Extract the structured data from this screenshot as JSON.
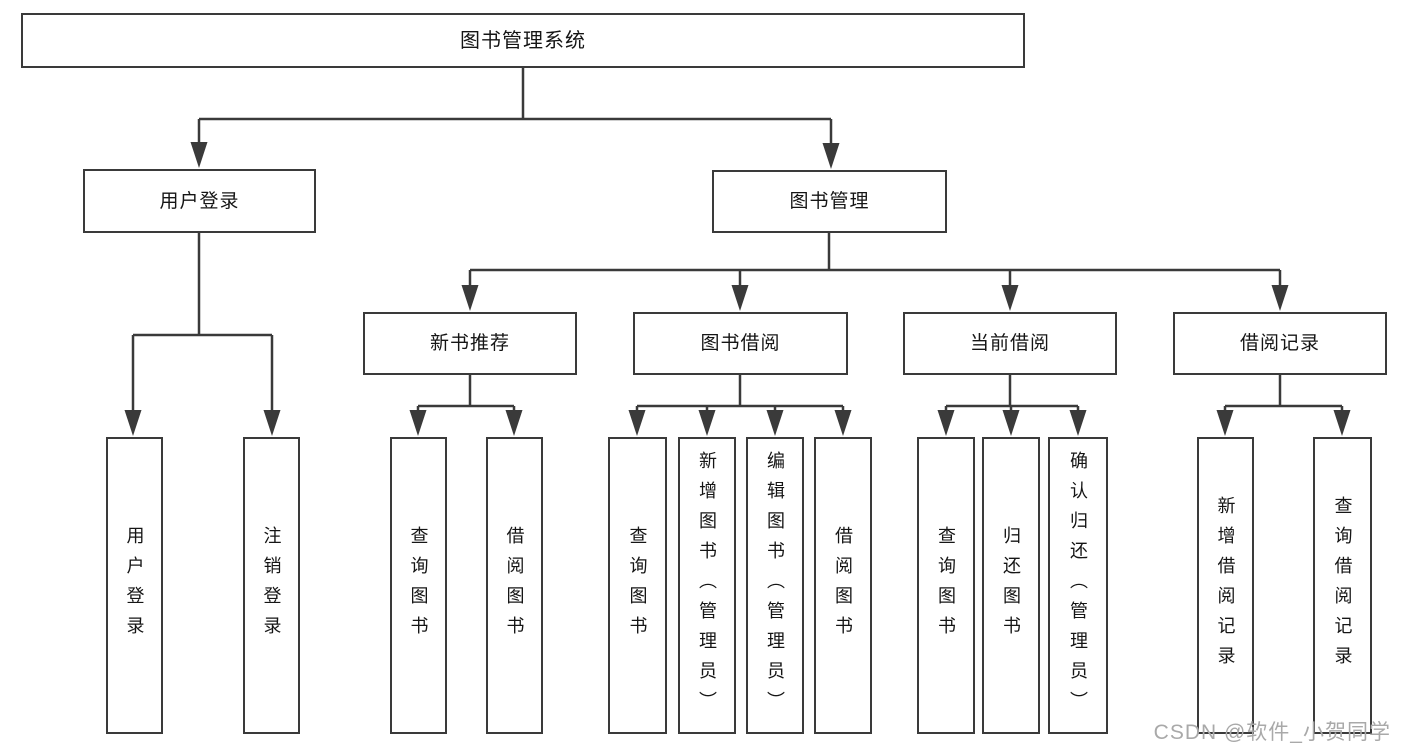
{
  "root": {
    "label": "图书管理系统"
  },
  "login_branch": {
    "label": "用户登录",
    "children": [
      {
        "label": "用户登录"
      },
      {
        "label": "注销登录"
      }
    ]
  },
  "management_branch": {
    "label": "图书管理",
    "sections": [
      {
        "label": "新书推荐",
        "children": [
          {
            "label": "查询图书"
          },
          {
            "label": "借阅图书"
          }
        ]
      },
      {
        "label": "图书借阅",
        "children": [
          {
            "label": "查询图书"
          },
          {
            "label": "新增图书（管理员）"
          },
          {
            "label": "编辑图书（管理员）"
          },
          {
            "label": "借阅图书"
          }
        ]
      },
      {
        "label": "当前借阅",
        "children": [
          {
            "label": "查询图书"
          },
          {
            "label": "归还图书"
          },
          {
            "label": "确认归还（管理员）"
          }
        ]
      },
      {
        "label": "借阅记录",
        "children": [
          {
            "label": "新增借阅记录"
          },
          {
            "label": "查询借阅记录"
          }
        ]
      }
    ]
  },
  "watermark": {
    "text": "CSDN @软件_小贺同学"
  },
  "colors": {
    "line": "#3a3a3a",
    "box_border": "#3a3a3a",
    "box_fill": "#ffffff",
    "text": "#151515",
    "watermark": "#a9a9a9",
    "background": "#ffffff"
  }
}
